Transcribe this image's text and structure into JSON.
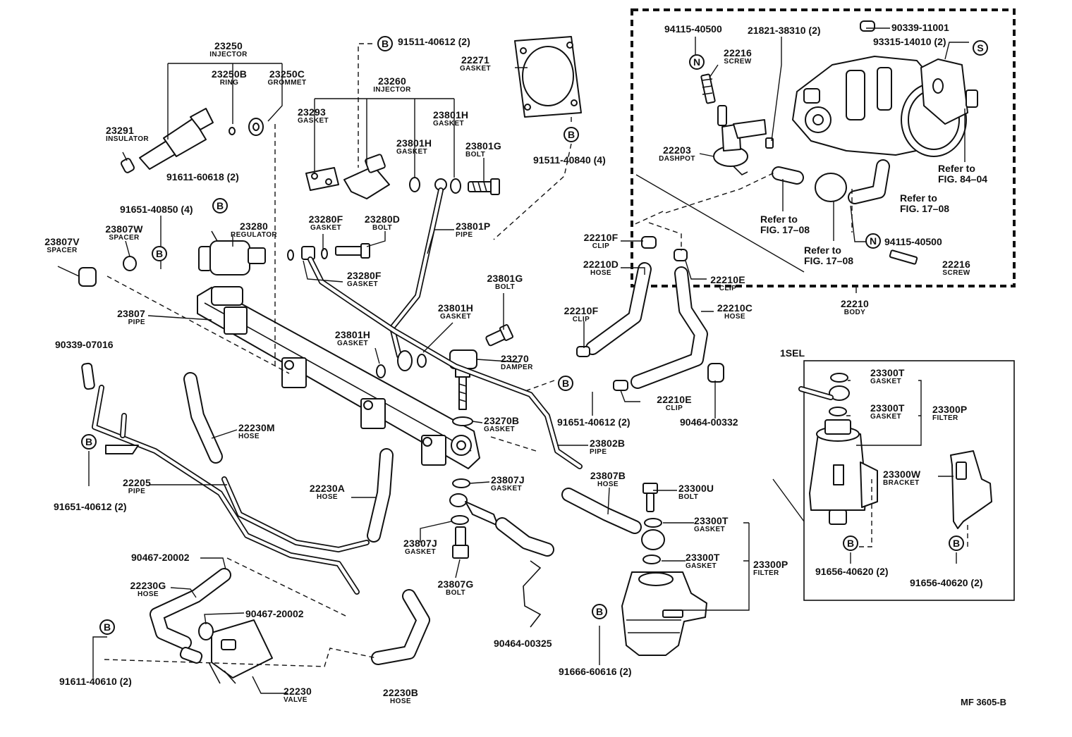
{
  "labels": {
    "l23250": {
      "part": "23250",
      "name": "INJECTOR"
    },
    "l23250b": {
      "part": "23250B",
      "name": "RING"
    },
    "l23250c": {
      "part": "23250C",
      "name": "GROMMET"
    },
    "l23291": {
      "part": "23291",
      "name": "INSULATOR"
    },
    "l23260": {
      "part": "23260",
      "name": "INJECTOR"
    },
    "l23293": {
      "part": "23293",
      "name": "GASKET"
    },
    "l23801h_a": {
      "part": "23801H",
      "name": "GASKET"
    },
    "l23801h_b": {
      "part": "23801H",
      "name": "GASKET"
    },
    "l23801g_a": {
      "part": "23801G",
      "name": "BOLT"
    },
    "l22271": {
      "part": "22271",
      "name": "GASKET"
    },
    "l23280": {
      "part": "23280",
      "name": "REGULATOR"
    },
    "l23807v": {
      "part": "23807V",
      "name": "SPACER"
    },
    "l23807w": {
      "part": "23807W",
      "name": "SPACER"
    },
    "l23280f_a": {
      "part": "23280F",
      "name": "GASKET"
    },
    "l23280d": {
      "part": "23280D",
      "name": "BOLT"
    },
    "l23801p": {
      "part": "23801P",
      "name": "PIPE"
    },
    "l23280f_b": {
      "part": "23280F",
      "name": "GASKET"
    },
    "l23807": {
      "part": "23807",
      "name": "PIPE"
    },
    "l23801g_b": {
      "part": "23801G",
      "name": "BOLT"
    },
    "l23801h_c": {
      "part": "23801H",
      "name": "GASKET"
    },
    "l23801h_d": {
      "part": "23801H",
      "name": "GASKET"
    },
    "l23270": {
      "part": "23270",
      "name": "DAMPER"
    },
    "l23270b": {
      "part": "23270B",
      "name": "GASKET"
    },
    "l23802b": {
      "part": "23802B",
      "name": "PIPE"
    },
    "l22230m": {
      "part": "22230M",
      "name": "HOSE"
    },
    "l22205": {
      "part": "22205",
      "name": "PIPE"
    },
    "l22230a": {
      "part": "22230A",
      "name": "HOSE"
    },
    "l23807j_a": {
      "part": "23807J",
      "name": "GASKET"
    },
    "l23807j_b": {
      "part": "23807J",
      "name": "GASKET"
    },
    "l23807g": {
      "part": "23807G",
      "name": "BOLT"
    },
    "l22230g": {
      "part": "22230G",
      "name": "HOSE"
    },
    "l22230": {
      "part": "22230",
      "name": "VALVE"
    },
    "l22230b": {
      "part": "22230B",
      "name": "HOSE"
    },
    "l23807b": {
      "part": "23807B",
      "name": "HOSE"
    },
    "l23300u": {
      "part": "23300U",
      "name": "BOLT"
    },
    "l23300t_a": {
      "part": "23300T",
      "name": "GASKET"
    },
    "l23300t_b": {
      "part": "23300T",
      "name": "GASKET"
    },
    "l23300p_a": {
      "part": "23300P",
      "name": "FILTER"
    },
    "l22210f_a": {
      "part": "22210F",
      "name": "CLIP"
    },
    "l22210d": {
      "part": "22210D",
      "name": "HOSE"
    },
    "l22210f_b": {
      "part": "22210F",
      "name": "CLIP"
    },
    "l22210e_a": {
      "part": "22210E",
      "name": "CLIP"
    },
    "l22210c": {
      "part": "22210C",
      "name": "HOSE"
    },
    "l22210e_b": {
      "part": "22210E",
      "name": "CLIP"
    },
    "l22216_a": {
      "part": "22216",
      "name": "SCREW"
    },
    "l22203": {
      "part": "22203",
      "name": "DASHPOT"
    },
    "l22216_b": {
      "part": "22216",
      "name": "SCREW"
    },
    "l22210": {
      "part": "22210",
      "name": "BODY"
    },
    "l23300t_c": {
      "part": "23300T",
      "name": "GASKET"
    },
    "l23300t_d": {
      "part": "23300T",
      "name": "GASKET"
    },
    "l23300p_b": {
      "part": "23300P",
      "name": "FILTER"
    },
    "l23300w": {
      "part": "23300W",
      "name": "BRACKET"
    }
  },
  "partnos": {
    "p91511_40612": "91511-40612 (2)",
    "p91511_40840": "91511-40840 (4)",
    "p91611_60618": "91611-60618 (2)",
    "p91651_40850": "91651-40850 (4)",
    "p90339_07016": "90339-07016",
    "p91651_40612_a": "91651-40612 (2)",
    "p91651_40612_b": "91651-40612 (2)",
    "p90464_00332": "90464-00332",
    "p90467_20002_a": "90467-20002",
    "p90467_20002_b": "90467-20002",
    "p91611_40610": "91611-40610 (2)",
    "p90464_00325": "90464-00325",
    "p91666_60616": "91666-60616 (2)",
    "p94115_40500_a": "94115-40500",
    "p21821_38310": "21821-38310 (2)",
    "p90339_11001": "90339-11001",
    "p93315_14010": "93315-14010 (2)",
    "p94115_40500_b": "94115-40500",
    "p91656_40620_a": "91656-40620 (2)",
    "p91656_40620_b": "91656-40620 (2)"
  },
  "refs": {
    "r84_04": [
      "Refer to",
      "FIG. 84–04"
    ],
    "r17_08_a": [
      "Refer to",
      "FIG. 17–08"
    ],
    "r17_08_b": [
      "Refer to",
      "FIG. 17–08"
    ],
    "r17_08_c": [
      "Refer to",
      "FIG. 17–08"
    ]
  },
  "symbols": {
    "b": "B",
    "n": "N",
    "s": "S"
  },
  "inset_title": "1SEL",
  "figure_code": "MF 3605-B"
}
